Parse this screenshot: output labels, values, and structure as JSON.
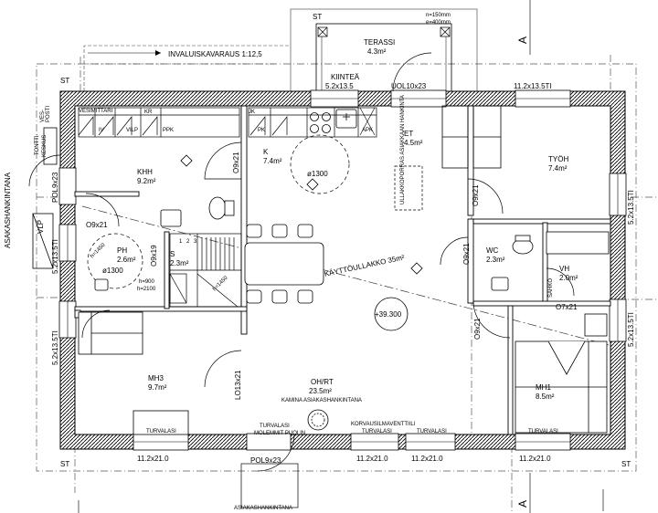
{
  "plan": {
    "top_markers": {
      "st_top_left": "ST",
      "st_terrace": "ST",
      "section_mark_top": "A"
    },
    "terrace": {
      "name": "TERASSI",
      "area": "4.3m²",
      "spec_line1": "n=150mm",
      "spec_line2": "e=400mm"
    },
    "reservation": "INVALUISKAVARAUS 1:12,5",
    "kiintea": "KIINTEÄ",
    "openings": {
      "top_window_kiintea": "5.2x13.5",
      "top_door": "UOL10x23",
      "top_right_window": "11.2x13.5TI",
      "right_window_tyoh": "5.2x13.5TI",
      "right_window_mh1": "5.2x13.5TI",
      "left_window_upper": "5.2x13.5TI",
      "left_window_lower": "5.2x13.5TI",
      "left_door": "POL9x23",
      "bottom_window_1": "11.2x21.0",
      "bottom_window_2": "11.2x21.0",
      "bottom_window_3": "11.2x21.0",
      "bottom_window_4": "11.2x21.0",
      "bottom_door": "POL9x23",
      "lo1": "LO13x21"
    },
    "left_side": {
      "asakas": "ASAKASHANKINTANA",
      "vlp": "VLP",
      "tontti": "TONTTI-",
      "ves": "VES-",
      "posti": "POSTI",
      "keskus": "KESKUS"
    },
    "rooms": {
      "khh": {
        "name": "KHH",
        "area": "9.2m²"
      },
      "k": {
        "name": "K",
        "area": "7.4m²"
      },
      "et": {
        "name": "ET",
        "area": "4.5m²"
      },
      "tyoh": {
        "name": "TYÖH",
        "area": "7.4m²"
      },
      "ph": {
        "name": "PH",
        "area": "2.6m²"
      },
      "s": {
        "name": "S",
        "area": "2.3m²"
      },
      "wc": {
        "name": "WC",
        "area": "2.3m²"
      },
      "vh": {
        "name": "VH",
        "area": "2.0m²"
      },
      "mh3": {
        "name": "MH3",
        "area": "9.7m²"
      },
      "ohrt": {
        "name": "OH/RT",
        "area": "23.5m²"
      },
      "mh1": {
        "name": "MH1",
        "area": "8.5m²"
      }
    },
    "appliances": {
      "vesimittari": "VESIMITTARI",
      "iv": "IV",
      "vilp": "VILP",
      "kr": "KR",
      "ppk": "PPK",
      "jk": "JK",
      "pk": "PK",
      "apk": "APK",
      "sahko": "SÄHKÖ"
    },
    "doors": {
      "khh_k": "O9x21",
      "khh_ph": "O9x21",
      "s": "O9x19",
      "et_tyoh": "O9x21",
      "wc": "O9x21",
      "vh": "O7x21",
      "mh1": "O9x21"
    },
    "diameters": {
      "kitchen": "ø1300",
      "ph": "ø1300"
    },
    "diagonals": {
      "ph_line": "h=1450",
      "s_line1": "h=900",
      "s_line2": "h=2100",
      "s_line3": "h=1450"
    },
    "stairs_marks": {
      "s1": "1",
      "s2": "2",
      "s3": "3"
    },
    "kayttoullakko": "KÄYTTÖULLAKKO 35m²",
    "ullakko": "ULLAKKOPORRAS ASIAKKAAN HANKINTA",
    "level": "+39.300",
    "fireplace": "KAMINA ASIAKASHANKINTANA",
    "turvalasi": {
      "mh3": "TURVALASI",
      "ohrt": "TURVALASI",
      "ohrt_sub": "MOLEMMIT PUOLIN",
      "korvaus_top": "KORVAUSILMAVENTTIILI",
      "korvaus": "TURVALASI",
      "bottom3": "TURVALASI",
      "mh1": "TURVALASI"
    },
    "bottom_markers": {
      "st_bottom_left": "ST",
      "st_bottom_right": "ST",
      "section_mark_bottom": "A"
    },
    "entrance_label": "ASIAKASHANKINTANA"
  }
}
